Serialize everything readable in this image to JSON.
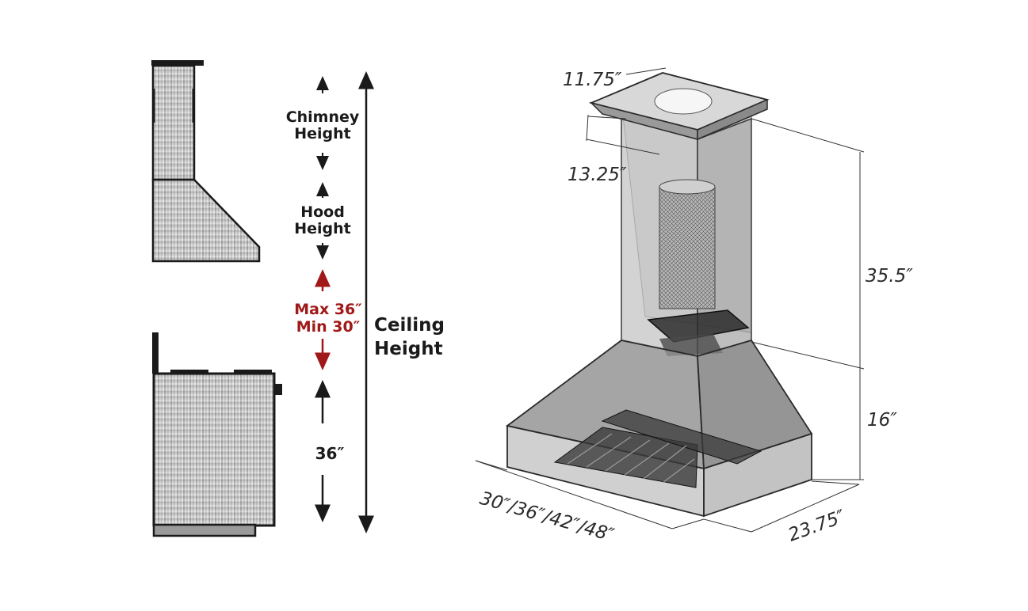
{
  "labels": {
    "chimney": [
      "Chimney",
      "Height"
    ],
    "hood": [
      "Hood",
      "Height"
    ],
    "clearance": [
      "Max 36″",
      "Min 30″"
    ],
    "ceiling": [
      "Ceiling",
      "Height"
    ],
    "counter": "36″"
  },
  "dimensions": {
    "top_depth": "11.75″",
    "top_width": "13.25″",
    "chimney_height": "35.5″",
    "hood_height": "16″",
    "widths": "30″/36″/42″/48″",
    "depth": "23.75″"
  },
  "colors": {
    "clearance": "#a01818",
    "outline": "#1a1a1a",
    "steel_light": "#e4e4e4",
    "steel_dark": "#7c7c7c"
  }
}
